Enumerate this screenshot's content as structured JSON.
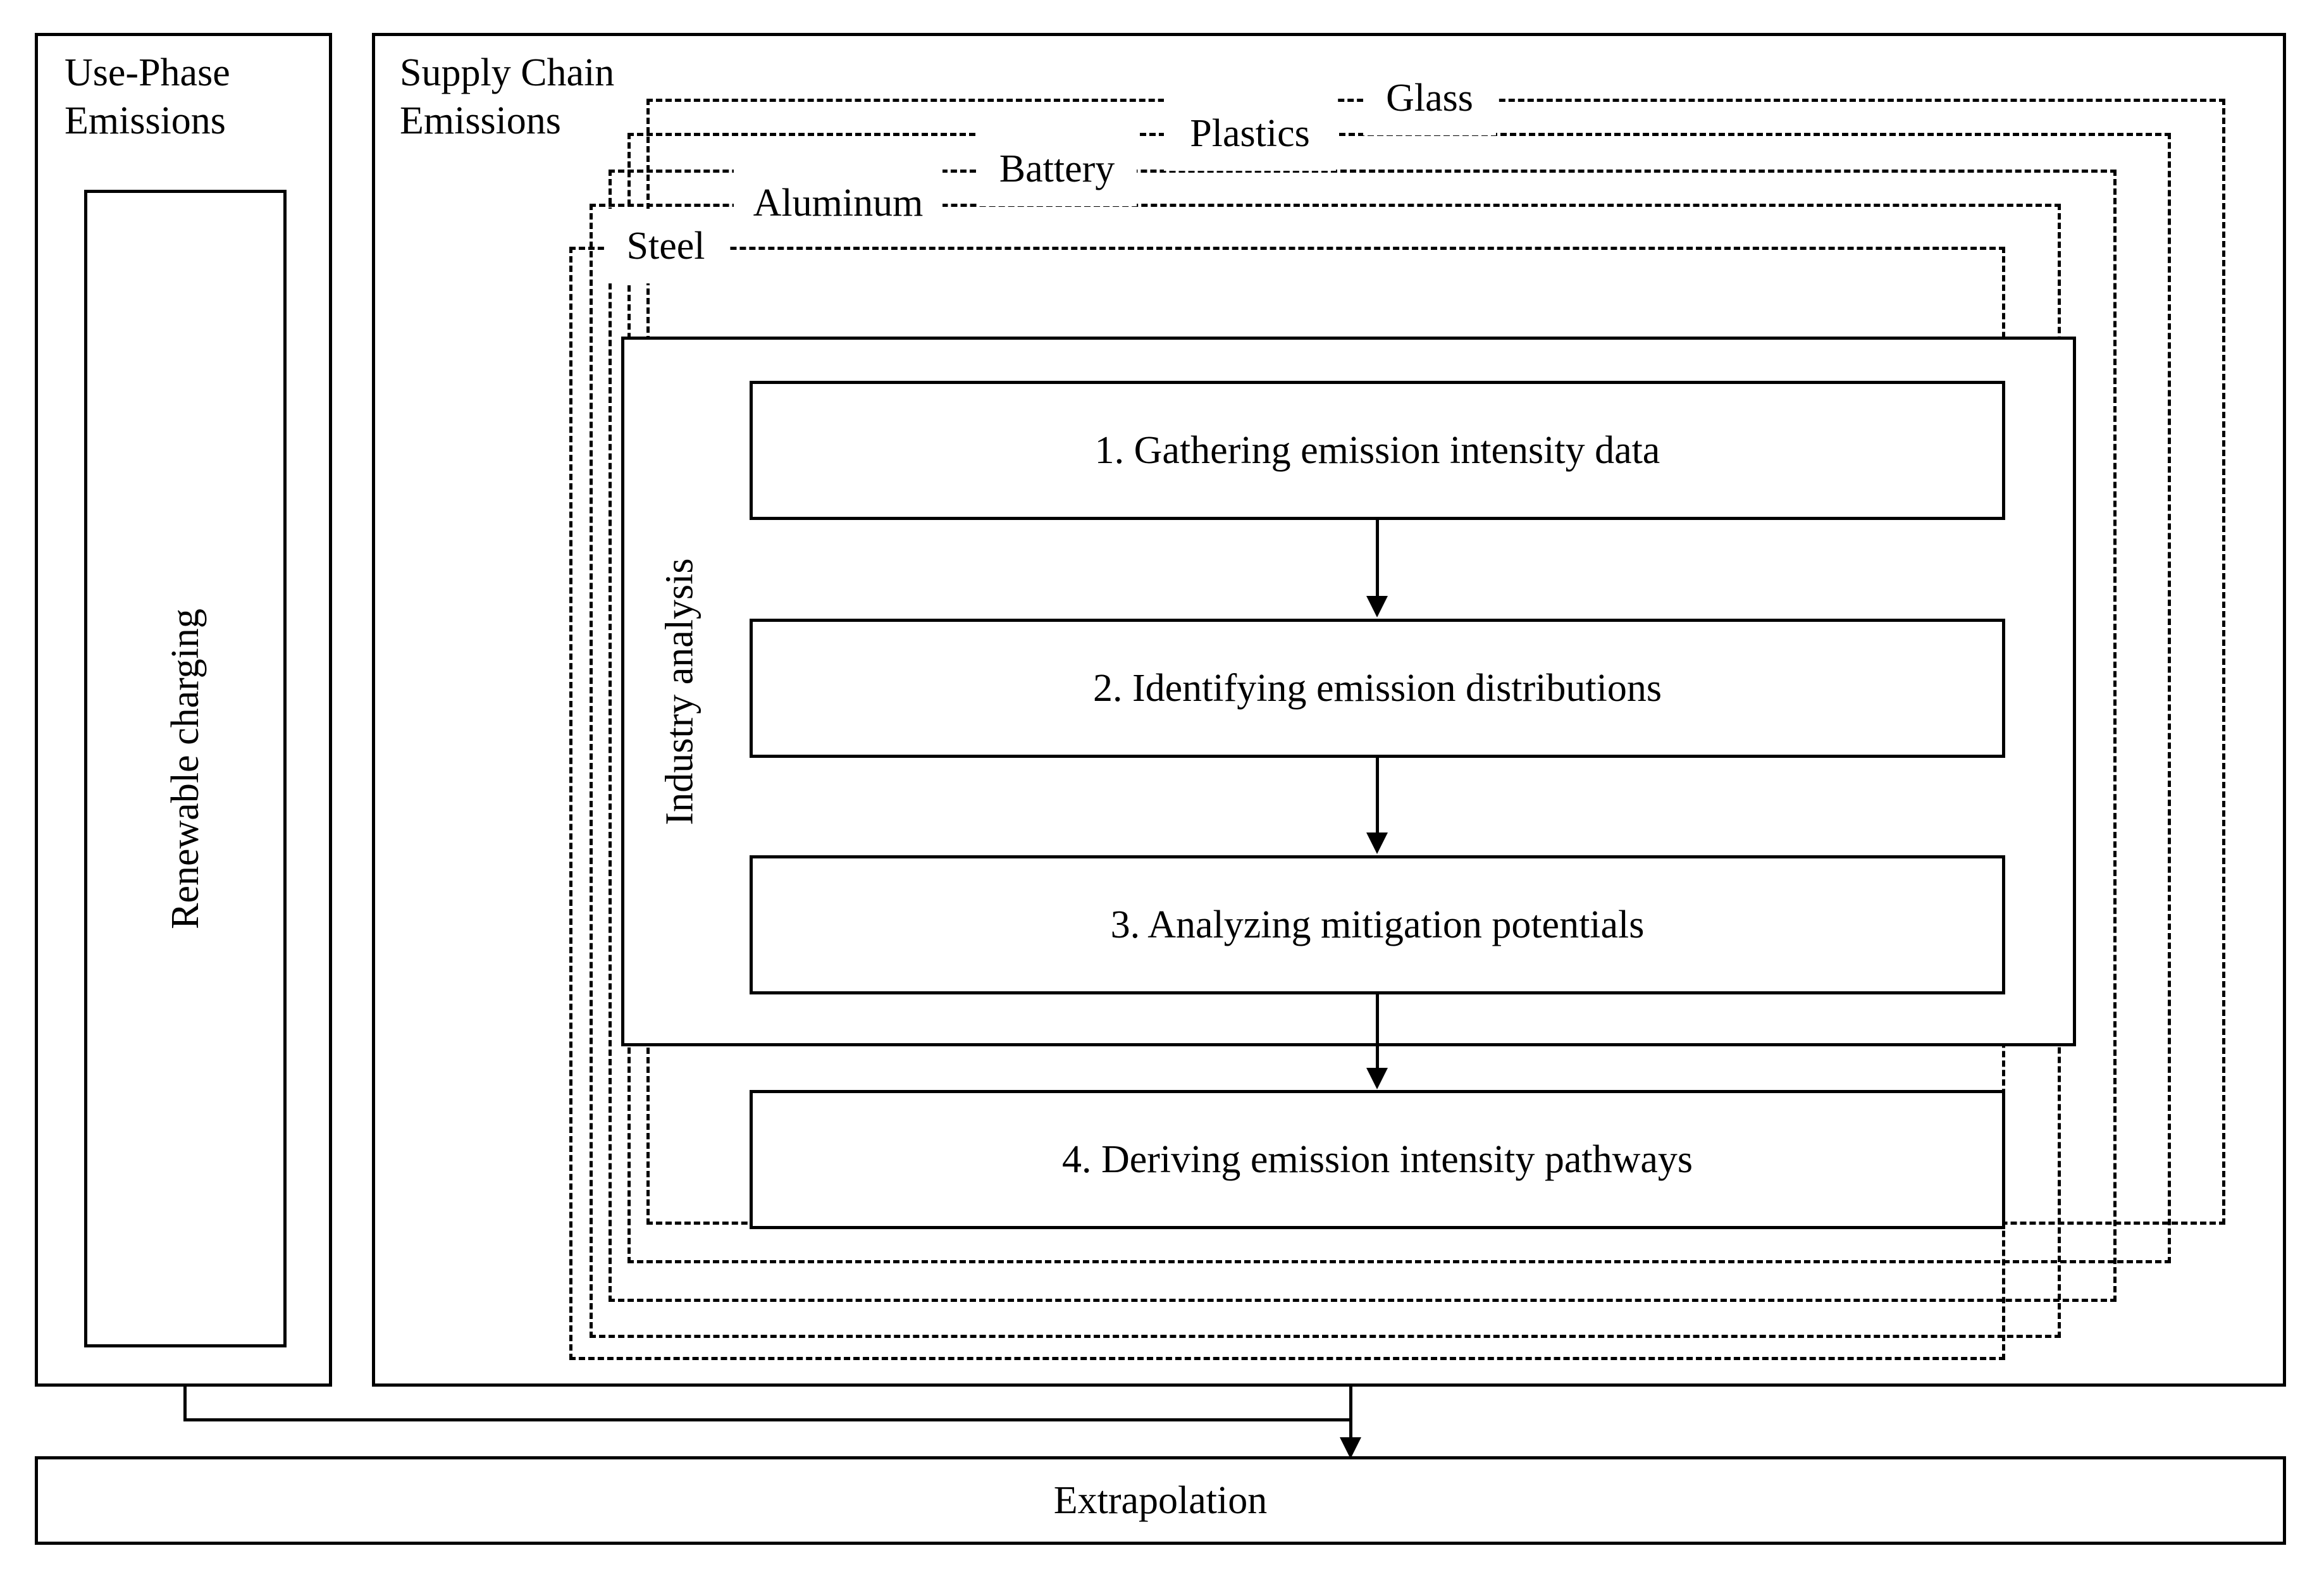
{
  "diagram": {
    "title_usephase": "Use-Phase\nEmissions",
    "title_supplychain": "Supply Chain\nEmissions",
    "renewable_charging": "Renewable charging",
    "industry_analysis": "Industry analysis",
    "extrapolation": "Extrapolation",
    "materials": [
      {
        "label": "Steel"
      },
      {
        "label": "Aluminum"
      },
      {
        "label": "Battery"
      },
      {
        "label": "Plastics"
      },
      {
        "label": "Glass"
      }
    ],
    "steps": [
      {
        "label": "1. Gathering emission intensity data"
      },
      {
        "label": "2. Identifying emission distributions"
      },
      {
        "label": "3. Analyzing mitigation potentials"
      },
      {
        "label": "4. Deriving emission intensity pathways"
      }
    ],
    "colors": {
      "stroke": "#000000",
      "background": "#ffffff"
    }
  }
}
